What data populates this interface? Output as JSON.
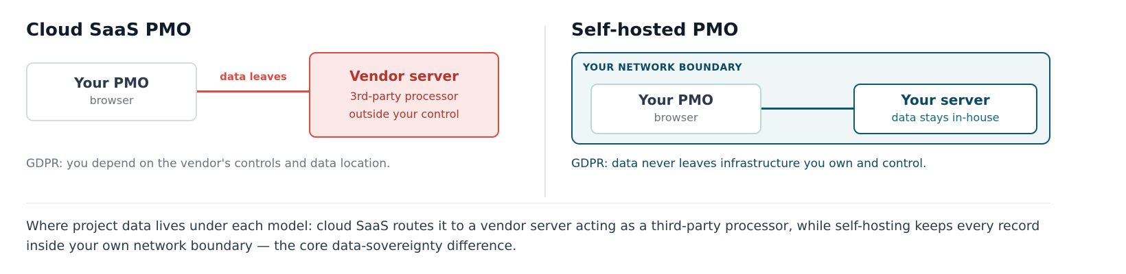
{
  "left": {
    "title": "Cloud SaaS PMO",
    "pmo": {
      "name": "Your PMO",
      "sub": "browser"
    },
    "connector_label": "data leaves",
    "vendor": {
      "name": "Vendor server",
      "line1": "3rd-party processor",
      "line2": "outside your control"
    },
    "note": "GDPR: you depend on the vendor's controls and data location."
  },
  "right": {
    "title": "Self-hosted PMO",
    "boundary_label": "YOUR NETWORK BOUNDARY",
    "pmo": {
      "name": "Your PMO",
      "sub": "browser"
    },
    "server": {
      "name": "Your server",
      "sub": "data stays in-house"
    },
    "note": "GDPR: data never leaves infrastructure you own and control."
  },
  "caption": "Where project data lives under each model: cloud SaaS routes it to a vendor server acting as a third-party processor, while self-hosting keeps every record inside your own network boundary — the core data-sovereignty difference.",
  "colors": {
    "vendor_accent": "#dc4c43",
    "selfhosted_accent": "#0f5672",
    "heading": "#111c2a",
    "muted": "#6b7580"
  }
}
